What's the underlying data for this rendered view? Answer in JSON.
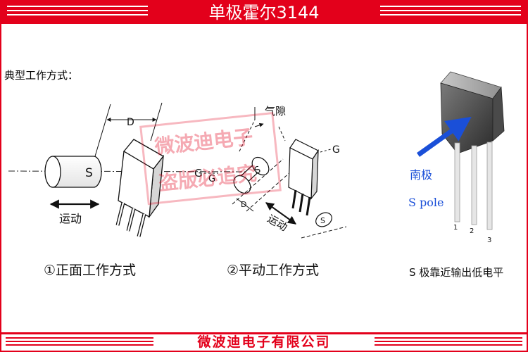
{
  "header": {
    "title": "单极霍尔3144"
  },
  "section": {
    "label": "典型工作方式："
  },
  "diagram1": {
    "magnet_label": "S",
    "distance_label": "D",
    "sensor_label": "G",
    "motion_label": "运动",
    "caption": "①正面工作方式"
  },
  "diagram2": {
    "air_gap_label": "气隙",
    "magnet_label": "S",
    "magnet_label_2": "S",
    "distance_label": "D",
    "sensor_label": "G",
    "sensor_label_2": "G",
    "motion_label": "运动",
    "caption": "②平动工作方式"
  },
  "watermark": {
    "line1": "微波迪电子",
    "line2": "盗版必追究"
  },
  "photo": {
    "pole_cn": "南极",
    "pole_en": "S pole",
    "pins": [
      "1",
      "2",
      "3"
    ],
    "caption": "S 极靠近输出低电平",
    "arrow_color": "#1a4fd8"
  },
  "footer": {
    "company": "微波迪电子有限公司"
  },
  "colors": {
    "brand": "#e3001b",
    "accent": "#1a4fd8"
  }
}
